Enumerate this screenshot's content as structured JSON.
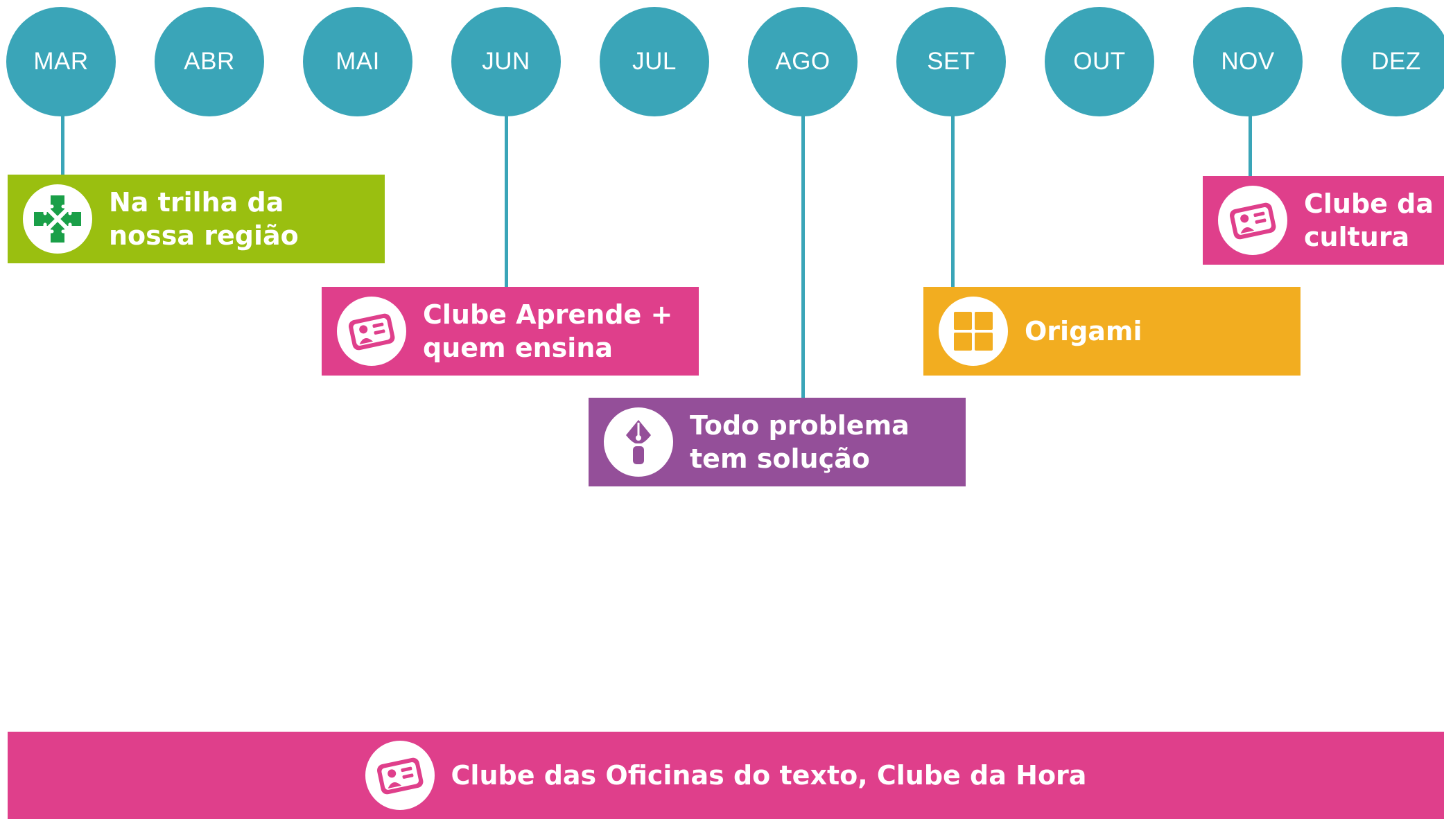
{
  "months": [
    "MAR",
    "ABR",
    "MAI",
    "JUN",
    "JUL",
    "AGO",
    "SET",
    "OUT",
    "NOV",
    "DEZ"
  ],
  "colors": {
    "teal": "#3aa5b8",
    "green": "#9abf10",
    "pink": "#df3f8b",
    "orange": "#f2ad20",
    "purple": "#944f99"
  },
  "activities": [
    {
      "month": "MAR",
      "label": "Na trilha da\nnossa região",
      "icon": "plus-arrows-icon",
      "color": "#9abf10"
    },
    {
      "month": "JUN",
      "label": "Clube Aprende +\nquem ensina",
      "icon": "id-card-icon",
      "color": "#df3f8b"
    },
    {
      "month": "AGO",
      "label": "Todo problema\ntem solução",
      "icon": "pen-nib-icon",
      "color": "#944f99"
    },
    {
      "month": "SET",
      "label": "Origami",
      "icon": "grid-squares-icon",
      "color": "#f2ad20"
    },
    {
      "month": "NOV",
      "label": "Clube da\ncultura",
      "icon": "id-card-icon",
      "color": "#df3f8b"
    }
  ],
  "bottom_bar": {
    "label": "Clube das Oficinas do texto, Clube da Hora",
    "icon": "id-card-icon",
    "color": "#df3f8b"
  }
}
